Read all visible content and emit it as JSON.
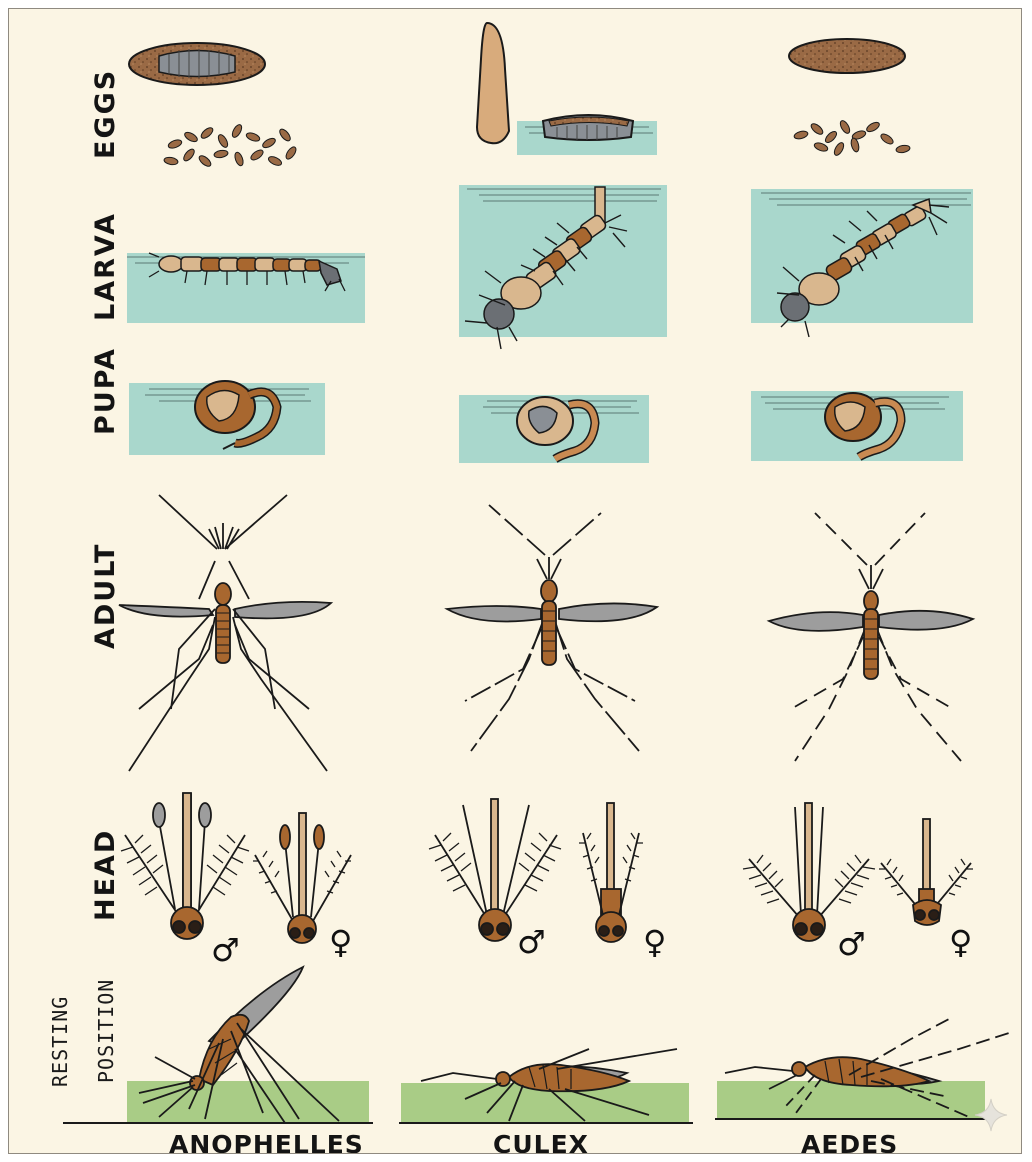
{
  "rows": {
    "eggs": "EGGS",
    "larva": "LARVA",
    "pupa": "PUPA",
    "adult": "ADULT",
    "head": "HEAD",
    "resting_line1": "RESTING",
    "resting_line2": "POSITION"
  },
  "species": {
    "anopheles": "ANOPHELLES",
    "culex": "CULEX",
    "aedes": "AEDES"
  },
  "symbols": {
    "male": "♂",
    "female": "♀"
  },
  "colors": {
    "background": "#fbf5e4",
    "water": "#a9d7cc",
    "ground": "#a9cc86",
    "egg": "#9a6a45",
    "body": "#a8672f",
    "larva_segment": "#d9b78e",
    "wing": "#9d9d9d",
    "outline": "#1a1a1a"
  },
  "icons": {
    "egg_raft": "culex-egg-raft",
    "watermark": "sparkle-icon"
  }
}
